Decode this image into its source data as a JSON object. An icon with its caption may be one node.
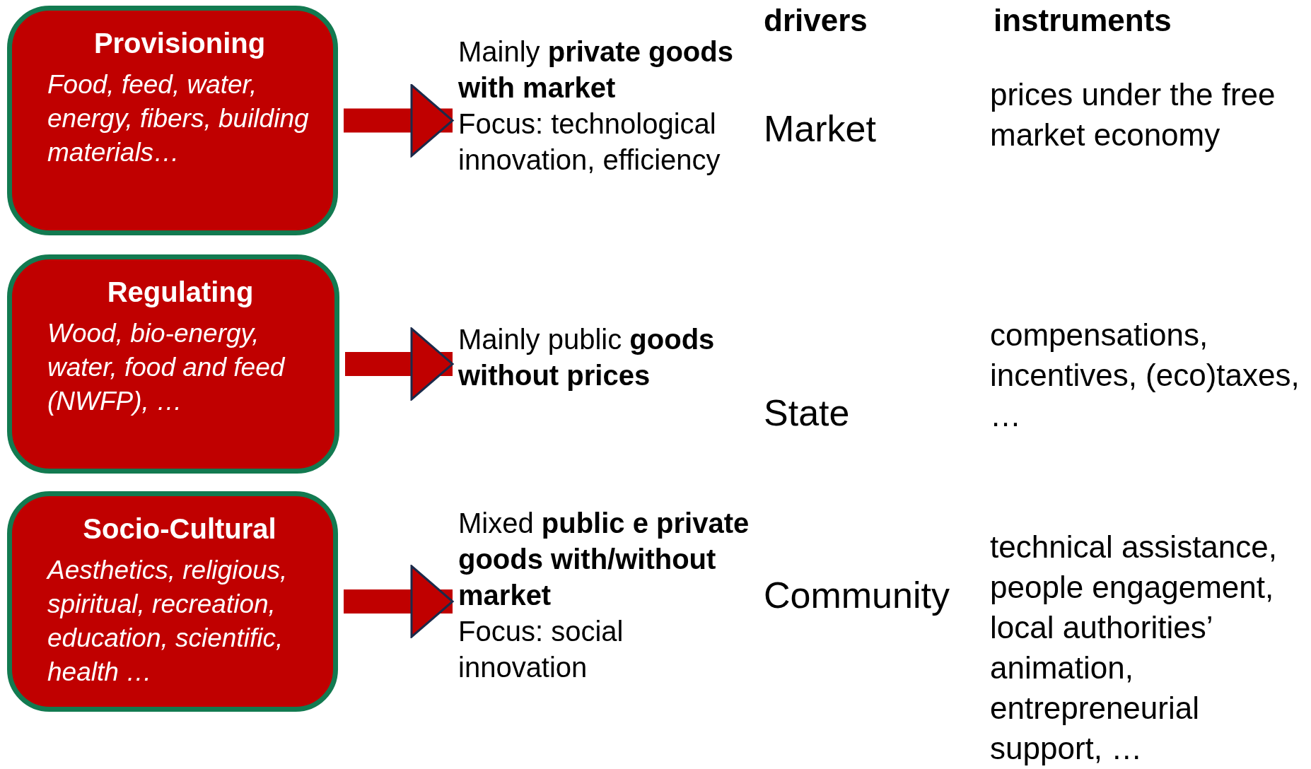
{
  "diagram": {
    "nodes": [
      {
        "text": [
          "Provisioning",
          "Food, feed, water, energy, fibers, building materials…"
        ]
      },
      {
        "text": [
          "Mainly **private goods with market**",
          "Focus: technological innovation, efficiency"
        ]
      },
      {
        "text": [
          "Regulating",
          "Wood, bio-energy, water, food and feed (NWFP), …"
        ]
      },
      {
        "text": [
          "Mainly public **goods without prices**"
        ]
      },
      {
        "text": [
          "Socio-Cultural",
          "Aesthetics, religious, spiritual, recreation, education, scientific, health …"
        ]
      },
      {
        "text": [
          "Mixed **public e private goods with/without market**",
          "Focus: social innovation"
        ]
      }
    ],
    "edges": [
      {
        "from": 0,
        "to": 1,
        "arrow": "to"
      },
      {
        "from": 2,
        "to": 3,
        "arrow": "to"
      },
      {
        "from": 4,
        "to": 5,
        "arrow": "to"
      }
    ],
    "labels": [
      "drivers",
      "instruments",
      "Market",
      "prices under the free market economy",
      "State",
      "compensations, incentives, (eco)taxes, …",
      "Community",
      "technical assistance, people engagement, local authorities’ animation, entrepreneurial support, …"
    ]
  }
}
